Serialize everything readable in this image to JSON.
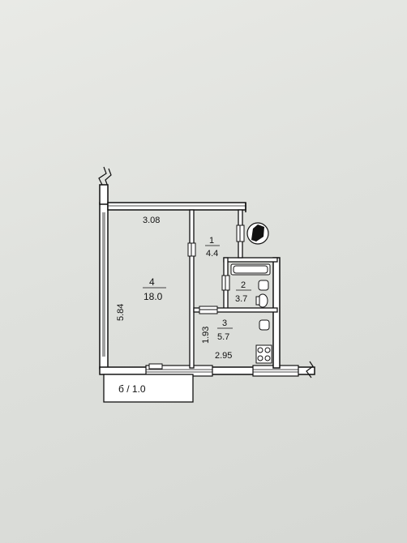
{
  "floor_plan": {
    "rooms": [
      {
        "number": "1",
        "area": "4.4"
      },
      {
        "number": "2",
        "area": "3.7"
      },
      {
        "number": "3",
        "area": "5.7"
      },
      {
        "number": "4",
        "area": "18.0"
      }
    ],
    "dimensions": {
      "top_width": "3.08",
      "left_height": "5.84",
      "kitchen_height": "1.93",
      "kitchen_width": "2.95"
    },
    "balcony_label": "б / 1.0"
  }
}
